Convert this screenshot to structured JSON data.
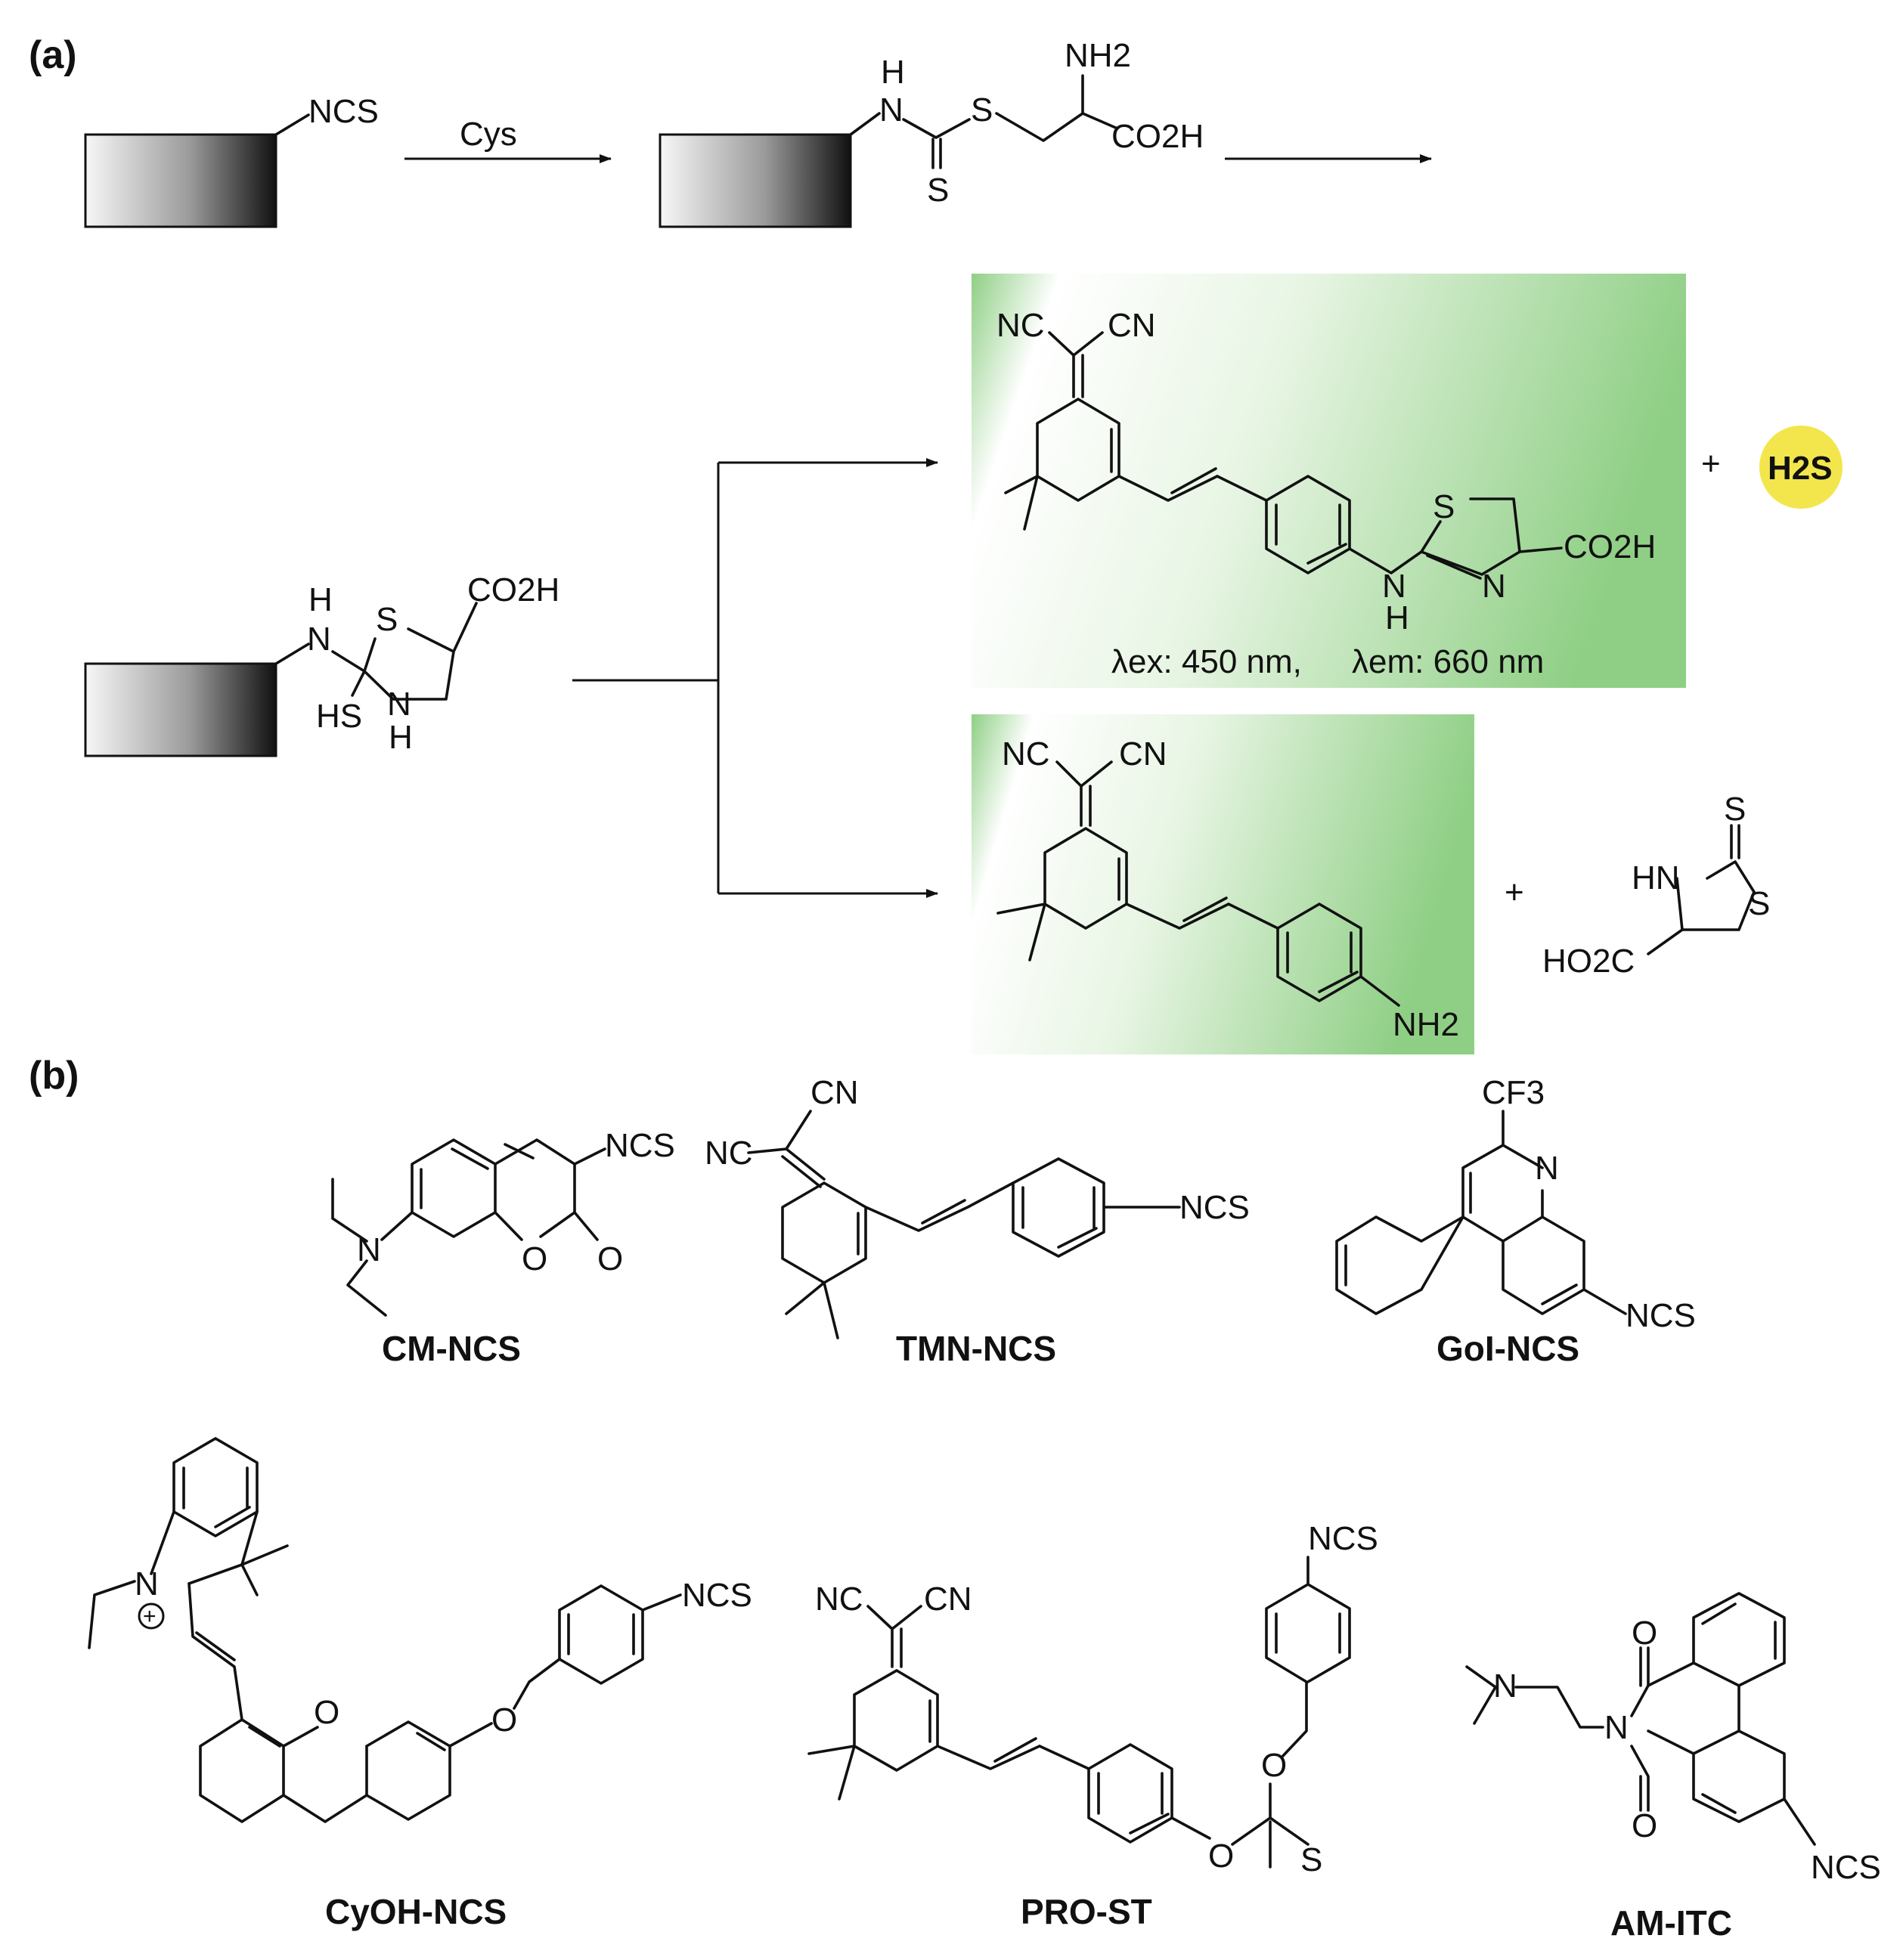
{
  "panels": {
    "a": "(a)",
    "b": "(b)"
  },
  "colors": {
    "product_box": "#8fcf85",
    "h2s_circle": "#f3e64d"
  },
  "scheme_a": {
    "reagent": "Cys",
    "plus_1": "+",
    "plus_2": "+",
    "h2s": "H2S",
    "wavelengths": {
      "lambda_ex": "λex: 450 nm,",
      "lambda_em": "λem: 660 nm"
    },
    "labels": {
      "NCS": "NCS",
      "NH2": "NH2",
      "CO2H": "CO2H",
      "HN": "H",
      "N": "N",
      "S": "S",
      "NC": "NC",
      "CN": "CN",
      "HS": "HS",
      "H": "H",
      "HN2": "HN",
      "HO2C": "HO2C"
    }
  },
  "compounds_b": [
    {
      "name": "CM-NCS"
    },
    {
      "name": "TMN-NCS"
    },
    {
      "name": "GoI-NCS"
    },
    {
      "name": "CyOH-NCS"
    },
    {
      "name": "PRO-ST"
    },
    {
      "name": "AM-ITC"
    }
  ],
  "atoms_b": {
    "NCS": "NCS",
    "N": "N",
    "O": "O",
    "NC": "NC",
    "CN": "CN",
    "CF3": "CF3",
    "plus": "+"
  }
}
